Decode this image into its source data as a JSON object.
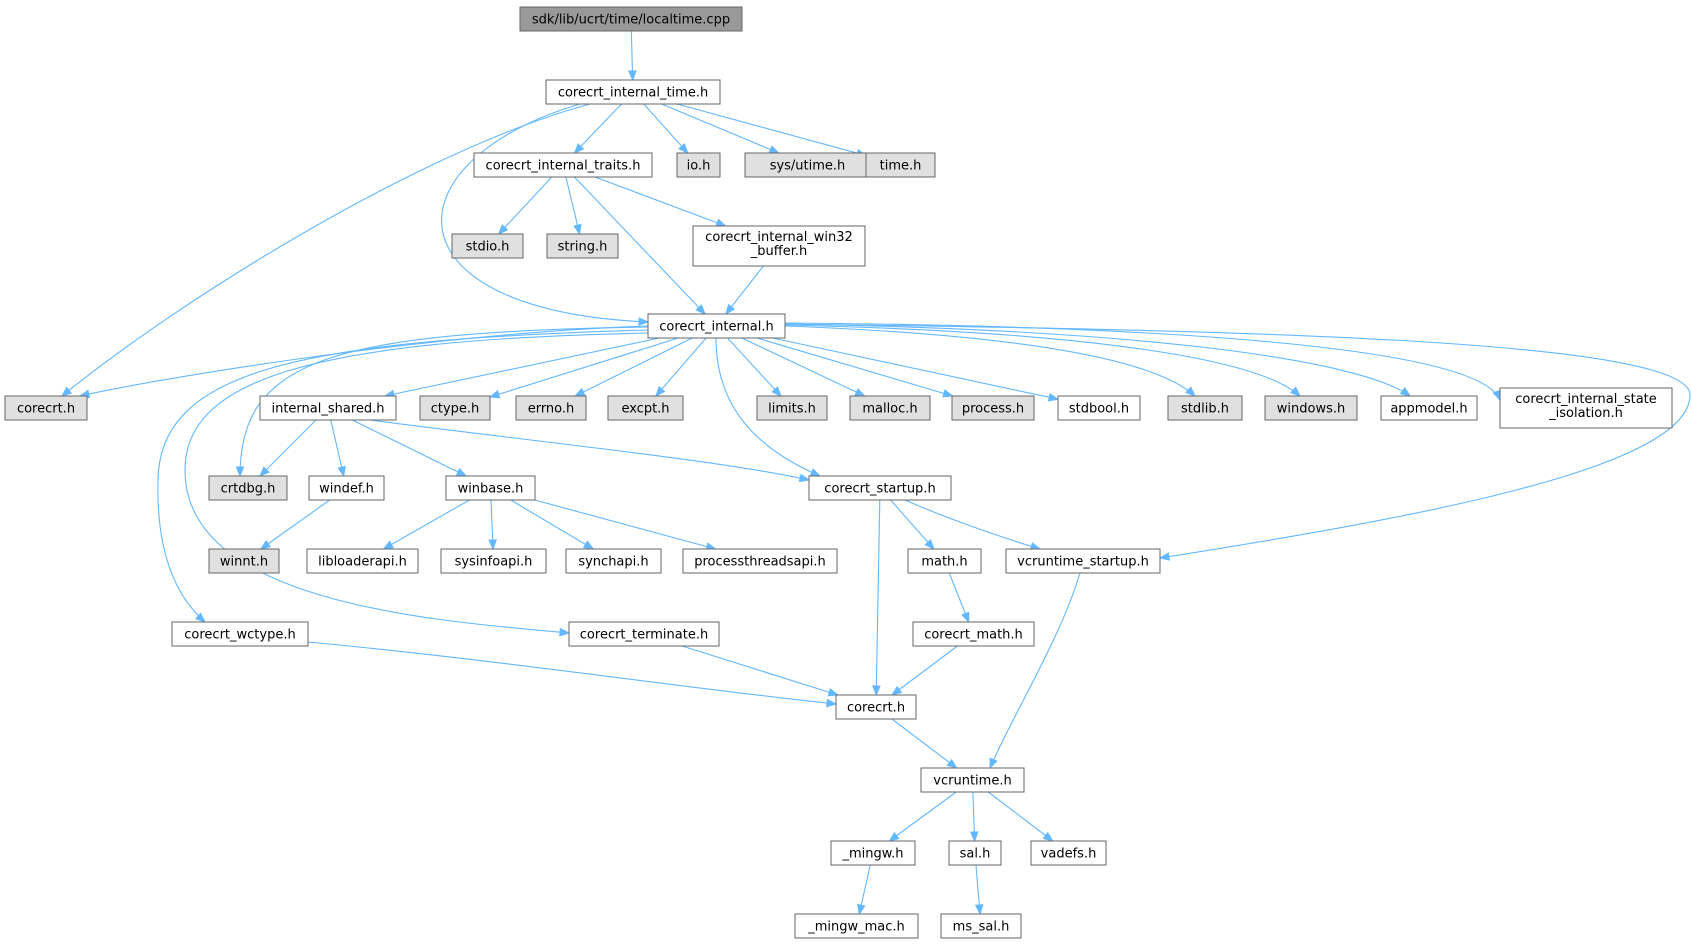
{
  "diagram": {
    "colors": {
      "root_fill": "#999999",
      "internal_fill": "#ffffff",
      "external_fill": "#e0e0e0",
      "border": "#666666",
      "edge": "#63b8ff"
    },
    "nodes": [
      {
        "id": "localtime",
        "lines": [
          "sdk/lib/ucrt/time/localtime.cpp"
        ],
        "kind": "root"
      },
      {
        "id": "corecrt_internal_time",
        "lines": [
          "corecrt_internal_time.h"
        ],
        "kind": "internal"
      },
      {
        "id": "corecrt_internal_traits",
        "lines": [
          "corecrt_internal_traits.h"
        ],
        "kind": "internal"
      },
      {
        "id": "io",
        "lines": [
          "io.h"
        ],
        "kind": "external"
      },
      {
        "id": "sys_utime",
        "lines": [
          "sys/utime.h"
        ],
        "kind": "external"
      },
      {
        "id": "time_h",
        "lines": [
          "time.h"
        ],
        "kind": "external"
      },
      {
        "id": "stdio",
        "lines": [
          "stdio.h"
        ],
        "kind": "external"
      },
      {
        "id": "string",
        "lines": [
          "string.h"
        ],
        "kind": "external"
      },
      {
        "id": "win32_buffer",
        "lines": [
          "corecrt_internal_win32",
          "_buffer.h"
        ],
        "kind": "internal"
      },
      {
        "id": "corecrt_internal",
        "lines": [
          "corecrt_internal.h"
        ],
        "kind": "internal"
      },
      {
        "id": "corecrt_ext",
        "lines": [
          "corecrt.h"
        ],
        "kind": "external"
      },
      {
        "id": "internal_shared",
        "lines": [
          "internal_shared.h"
        ],
        "kind": "internal"
      },
      {
        "id": "ctype",
        "lines": [
          "ctype.h"
        ],
        "kind": "external"
      },
      {
        "id": "errno",
        "lines": [
          "errno.h"
        ],
        "kind": "external"
      },
      {
        "id": "excpt",
        "lines": [
          "excpt.h"
        ],
        "kind": "external"
      },
      {
        "id": "limits",
        "lines": [
          "limits.h"
        ],
        "kind": "external"
      },
      {
        "id": "malloc",
        "lines": [
          "malloc.h"
        ],
        "kind": "external"
      },
      {
        "id": "process",
        "lines": [
          "process.h"
        ],
        "kind": "external"
      },
      {
        "id": "stdbool",
        "lines": [
          "stdbool.h"
        ],
        "kind": "internal"
      },
      {
        "id": "stdlib",
        "lines": [
          "stdlib.h"
        ],
        "kind": "external"
      },
      {
        "id": "windows",
        "lines": [
          "windows.h"
        ],
        "kind": "external"
      },
      {
        "id": "appmodel",
        "lines": [
          "appmodel.h"
        ],
        "kind": "internal"
      },
      {
        "id": "state_isolation",
        "lines": [
          "corecrt_internal_state",
          "_isolation.h"
        ],
        "kind": "internal"
      },
      {
        "id": "crtdbg",
        "lines": [
          "crtdbg.h"
        ],
        "kind": "external"
      },
      {
        "id": "windef",
        "lines": [
          "windef.h"
        ],
        "kind": "internal"
      },
      {
        "id": "winbase",
        "lines": [
          "winbase.h"
        ],
        "kind": "internal"
      },
      {
        "id": "corecrt_startup",
        "lines": [
          "corecrt_startup.h"
        ],
        "kind": "internal"
      },
      {
        "id": "winnt",
        "lines": [
          "winnt.h"
        ],
        "kind": "external"
      },
      {
        "id": "libloaderapi",
        "lines": [
          "libloaderapi.h"
        ],
        "kind": "internal"
      },
      {
        "id": "sysinfoapi",
        "lines": [
          "sysinfoapi.h"
        ],
        "kind": "internal"
      },
      {
        "id": "synchapi",
        "lines": [
          "synchapi.h"
        ],
        "kind": "internal"
      },
      {
        "id": "processthreadsapi",
        "lines": [
          "processthreadsapi.h"
        ],
        "kind": "internal"
      },
      {
        "id": "math",
        "lines": [
          "math.h"
        ],
        "kind": "internal"
      },
      {
        "id": "vcruntime_startup",
        "lines": [
          "vcruntime_startup.h"
        ],
        "kind": "internal"
      },
      {
        "id": "corecrt_wctype",
        "lines": [
          "corecrt_wctype.h"
        ],
        "kind": "internal"
      },
      {
        "id": "corecrt_terminate",
        "lines": [
          "corecrt_terminate.h"
        ],
        "kind": "internal"
      },
      {
        "id": "corecrt_math",
        "lines": [
          "corecrt_math.h"
        ],
        "kind": "internal"
      },
      {
        "id": "corecrt_int",
        "lines": [
          "corecrt.h"
        ],
        "kind": "internal"
      },
      {
        "id": "vcruntime",
        "lines": [
          "vcruntime.h"
        ],
        "kind": "internal"
      },
      {
        "id": "mingw",
        "lines": [
          "_mingw.h"
        ],
        "kind": "internal"
      },
      {
        "id": "sal",
        "lines": [
          "sal.h"
        ],
        "kind": "internal"
      },
      {
        "id": "vadefs",
        "lines": [
          "vadefs.h"
        ],
        "kind": "internal"
      },
      {
        "id": "mingw_mac",
        "lines": [
          "_mingw_mac.h"
        ],
        "kind": "internal"
      },
      {
        "id": "ms_sal",
        "lines": [
          "ms_sal.h"
        ],
        "kind": "internal"
      }
    ],
    "edges": [
      [
        "localtime",
        "corecrt_internal_time"
      ],
      [
        "corecrt_internal_time",
        "corecrt_ext"
      ],
      [
        "corecrt_internal_time",
        "corecrt_internal"
      ],
      [
        "corecrt_internal_time",
        "corecrt_internal_traits"
      ],
      [
        "corecrt_internal_time",
        "io"
      ],
      [
        "corecrt_internal_time",
        "sys_utime"
      ],
      [
        "corecrt_internal_time",
        "time_h"
      ],
      [
        "corecrt_internal_traits",
        "stdio"
      ],
      [
        "corecrt_internal_traits",
        "string"
      ],
      [
        "corecrt_internal_traits",
        "corecrt_internal"
      ],
      [
        "corecrt_internal_traits",
        "win32_buffer"
      ],
      [
        "win32_buffer",
        "corecrt_internal"
      ],
      [
        "corecrt_internal",
        "corecrt_ext"
      ],
      [
        "corecrt_internal",
        "crtdbg"
      ],
      [
        "corecrt_internal",
        "corecrt_wctype"
      ],
      [
        "corecrt_internal",
        "corecrt_terminate"
      ],
      [
        "corecrt_internal",
        "internal_shared"
      ],
      [
        "corecrt_internal",
        "ctype"
      ],
      [
        "corecrt_internal",
        "errno"
      ],
      [
        "corecrt_internal",
        "excpt"
      ],
      [
        "corecrt_internal",
        "corecrt_startup"
      ],
      [
        "corecrt_internal",
        "limits"
      ],
      [
        "corecrt_internal",
        "malloc"
      ],
      [
        "corecrt_internal",
        "process"
      ],
      [
        "corecrt_internal",
        "stdbool"
      ],
      [
        "corecrt_internal",
        "stdlib"
      ],
      [
        "corecrt_internal",
        "windows"
      ],
      [
        "corecrt_internal",
        "appmodel"
      ],
      [
        "corecrt_internal",
        "state_isolation"
      ],
      [
        "corecrt_internal",
        "vcruntime_startup"
      ],
      [
        "internal_shared",
        "crtdbg"
      ],
      [
        "internal_shared",
        "windef"
      ],
      [
        "internal_shared",
        "winbase"
      ],
      [
        "internal_shared",
        "corecrt_startup"
      ],
      [
        "windef",
        "winnt"
      ],
      [
        "winbase",
        "libloaderapi"
      ],
      [
        "winbase",
        "sysinfoapi"
      ],
      [
        "winbase",
        "synchapi"
      ],
      [
        "winbase",
        "processthreadsapi"
      ],
      [
        "corecrt_startup",
        "math"
      ],
      [
        "corecrt_startup",
        "vcruntime_startup"
      ],
      [
        "corecrt_startup",
        "corecrt_int"
      ],
      [
        "math",
        "corecrt_math"
      ],
      [
        "corecrt_math",
        "corecrt_int"
      ],
      [
        "corecrt_wctype",
        "corecrt_int"
      ],
      [
        "corecrt_terminate",
        "corecrt_int"
      ],
      [
        "vcruntime_startup",
        "vcruntime"
      ],
      [
        "corecrt_int",
        "vcruntime"
      ],
      [
        "vcruntime",
        "mingw"
      ],
      [
        "vcruntime",
        "sal"
      ],
      [
        "vcruntime",
        "vadefs"
      ],
      [
        "mingw",
        "mingw_mac"
      ],
      [
        "sal",
        "ms_sal"
      ]
    ]
  }
}
